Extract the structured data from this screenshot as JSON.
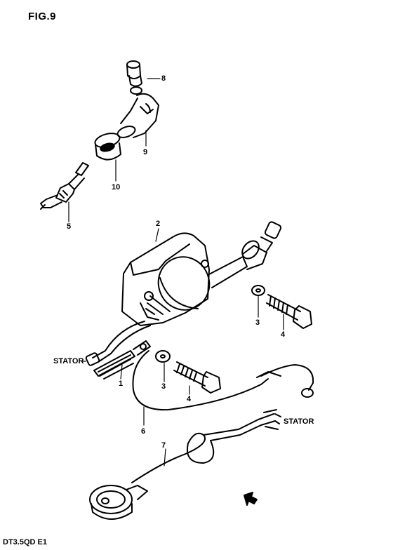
{
  "figure": {
    "title": "FIG.9"
  },
  "model_code": "DT3.5QD E1",
  "parts": {
    "p1": "1",
    "p2": "2",
    "p3a": "3",
    "p3b": "3",
    "p4a": "4",
    "p4b": "4",
    "p5": "5",
    "p6": "6",
    "p7": "7",
    "p8": "8",
    "p9": "9",
    "p10": "10"
  },
  "labels": {
    "stator_left": "STATOR",
    "stator_right": "STATOR"
  }
}
